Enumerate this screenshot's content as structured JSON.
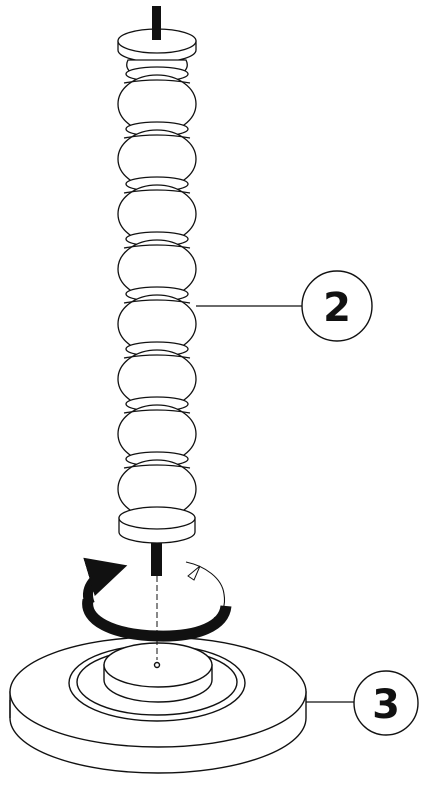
{
  "callouts": [
    {
      "number": "2",
      "part": "column"
    },
    {
      "number": "3",
      "part": "base"
    }
  ],
  "column": {
    "bead_count": 8
  },
  "colors": {
    "ink": "#111111",
    "fill": "#ffffff"
  }
}
